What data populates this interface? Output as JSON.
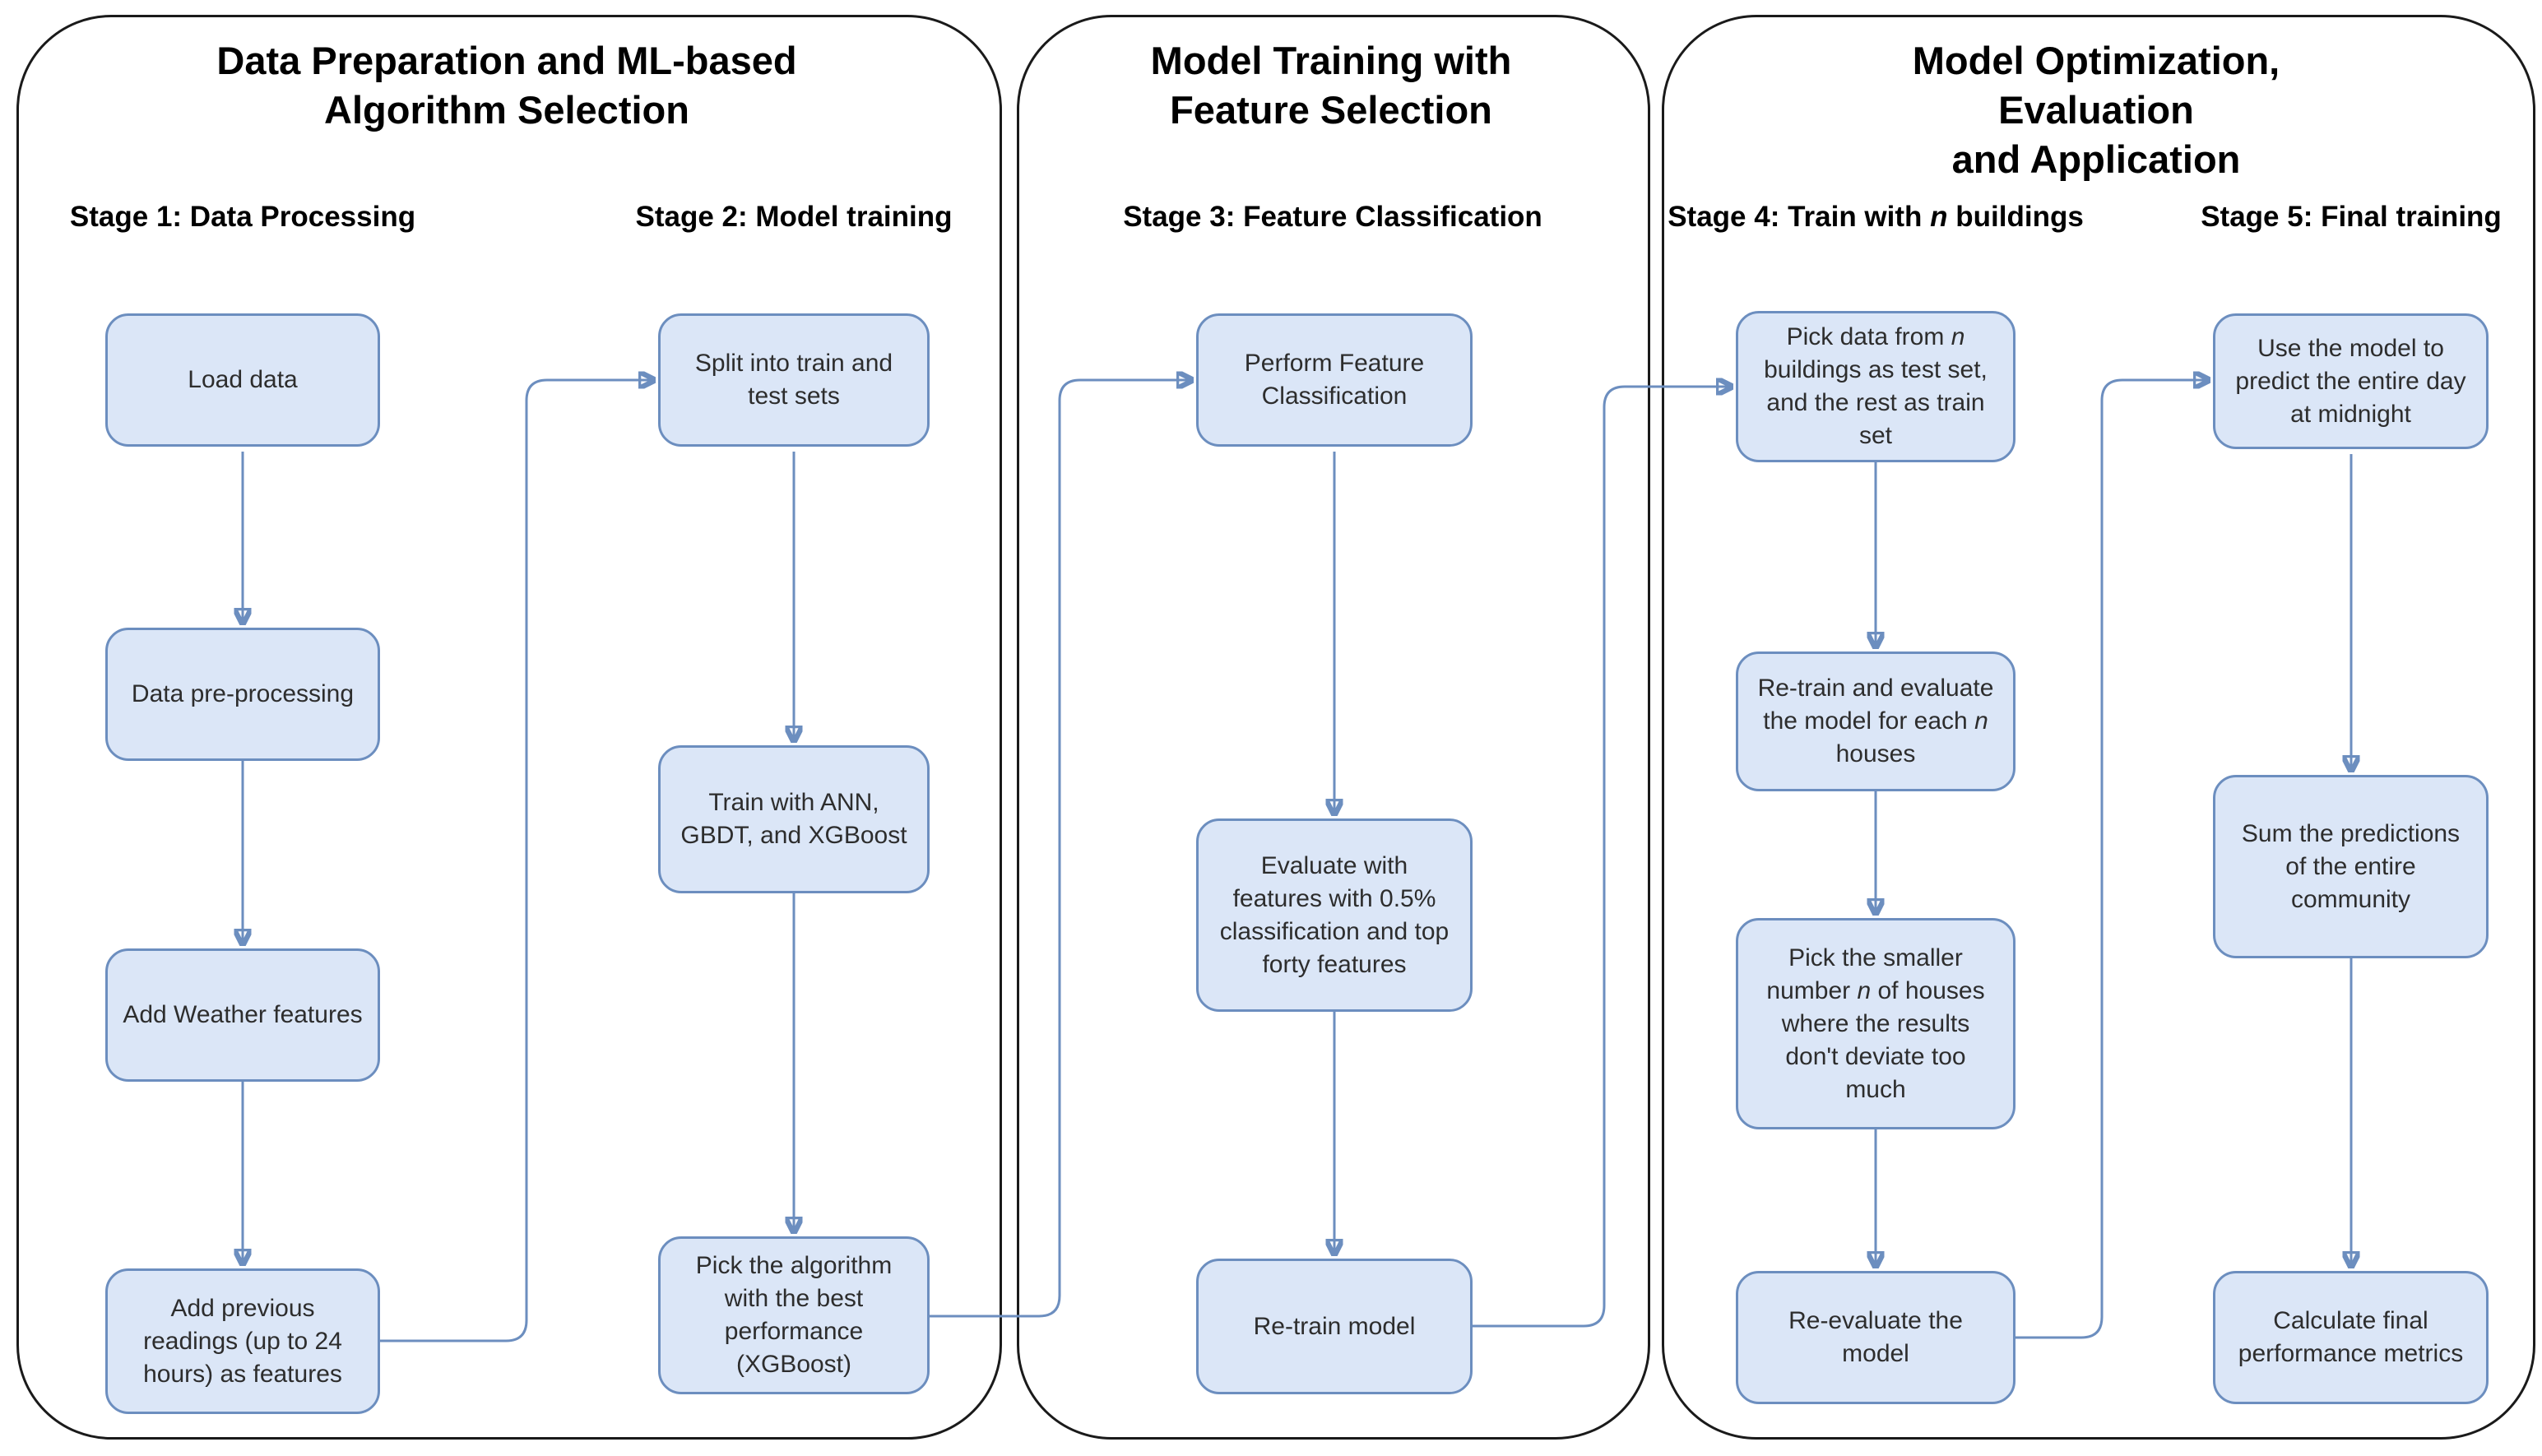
{
  "colors": {
    "node_fill": "#dbe6f7",
    "node_border": "#6c8ebf",
    "connector": "#6c8ebf",
    "panel_border": "#1a1a1a",
    "node_text": "#2d2d2d",
    "heading_text": "#000000"
  },
  "panels": [
    {
      "title": "Data Preparation and ML-based\nAlgorithm Selection"
    },
    {
      "title": "Model Training with\nFeature Selection"
    },
    {
      "title": "Model Optimization, Evaluation\nand Application"
    }
  ],
  "stages": [
    {
      "label": "Stage 1: Data Processing"
    },
    {
      "label": "Stage 2: Model training"
    },
    {
      "label": "Stage 3: Feature Classification"
    },
    {
      "label_pre": "Stage 4: Train with ",
      "label_italic": "n",
      "label_post": " buildings"
    },
    {
      "label": "Stage 5: Final training"
    }
  ],
  "nodes": {
    "load_data": {
      "text": "Load data"
    },
    "data_preprocessing": {
      "text": "Data pre-processing"
    },
    "add_weather": {
      "text": "Add Weather features"
    },
    "add_previous": {
      "text": "Add previous\nreadings (up to 24\nhours) as features"
    },
    "split_sets": {
      "text": "Split into train and\ntest sets"
    },
    "train_models": {
      "text": "Train with ANN,\nGBDT, and XGBoost"
    },
    "pick_algorithm": {
      "text": "Pick the algorithm\nwith the best\nperformance\n(XGBoost)"
    },
    "perform_fc": {
      "text": "Perform Feature\nClassification"
    },
    "evaluate_features": {
      "text": "Evaluate with\nfeatures with 0.5%\nclassification and top\nforty features"
    },
    "retrain_model": {
      "text": "Re-train model"
    },
    "pick_data": {
      "pre": "Pick data from ",
      "italic": "n",
      "post": "\nbuildings as test set,\nand the rest as train\nset"
    },
    "retrain_evaluate": {
      "pre": "Re-train and evaluate\nthe model for each ",
      "italic": "n",
      "post": "\nhouses"
    },
    "pick_smaller": {
      "pre": "Pick the smaller\nnumber ",
      "italic": "n",
      "post": " of houses\nwhere the results\ndon't deviate too\nmuch"
    },
    "reevaluate": {
      "text": "Re-evaluate the\nmodel"
    },
    "use_model": {
      "text": "Use the model to\npredict the entire day\nat midnight"
    },
    "sum_predictions": {
      "text": "Sum the predictions\nof the entire\ncommunity"
    },
    "calc_metrics": {
      "text": "Calculate final\nperformance metrics"
    }
  }
}
